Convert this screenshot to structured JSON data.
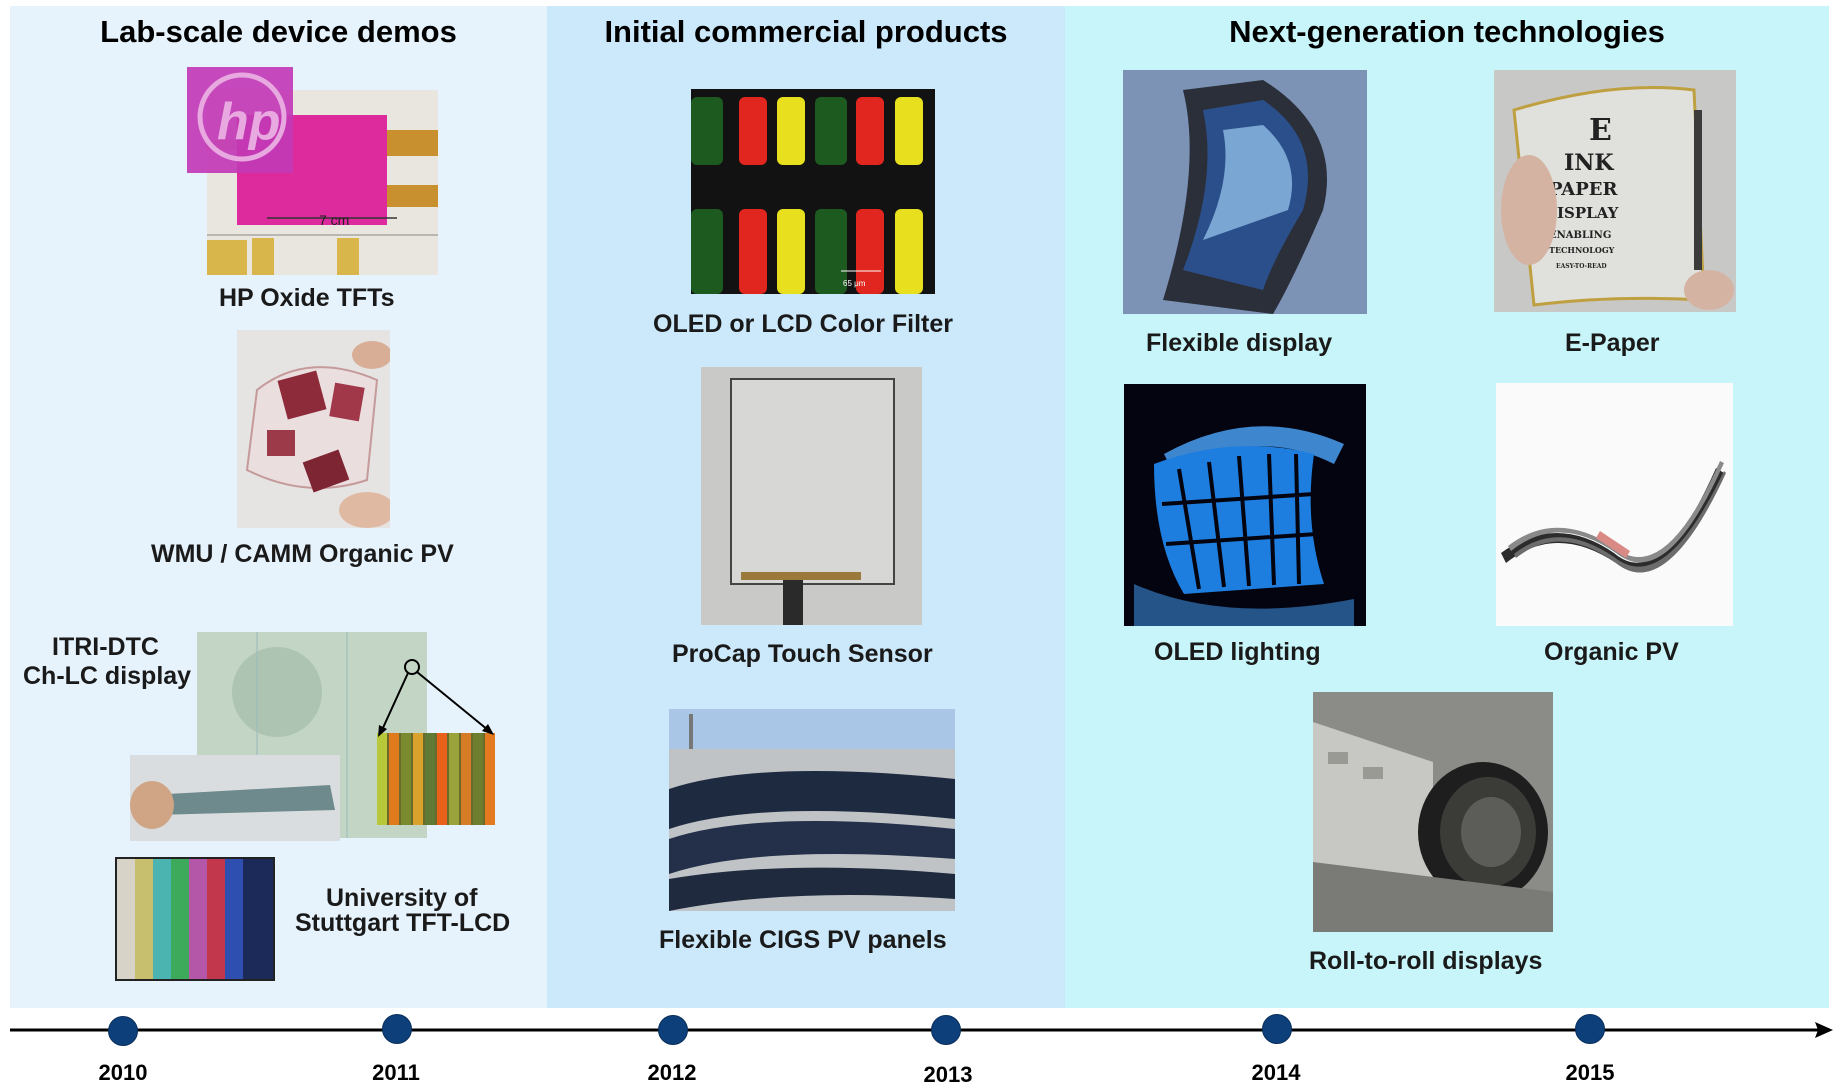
{
  "sections": {
    "lab": {
      "title": "Lab-scale device demos"
    },
    "commercial": {
      "title": "Initial commercial products"
    },
    "next": {
      "title": "Next-generation technologies"
    }
  },
  "items": {
    "hp_oxide": {
      "caption": "HP Oxide TFTs",
      "ruler_label": "7 cm",
      "logo_text": "hp"
    },
    "wmu_camm": {
      "caption": "WMU / CAMM Organic PV"
    },
    "itri": {
      "caption_line1": "ITRI-DTC",
      "caption_line2": "Ch-LC display"
    },
    "stuttgart": {
      "caption_line1": "University of",
      "caption_line2": "Stuttgart TFT-LCD"
    },
    "color_filter": {
      "caption": "OLED or LCD Color Filter",
      "scale_label": "65 μm"
    },
    "procap": {
      "caption": "ProCap Touch Sensor"
    },
    "cigs": {
      "caption": "Flexible CIGS PV panels"
    },
    "flexible_display": {
      "caption": "Flexible display"
    },
    "epaper": {
      "caption": "E-Paper",
      "chart_lines": [
        "E",
        "INK",
        "PAPER",
        "DISPLAY",
        "ENABLING",
        "TECHNOLOGY",
        "EASY-TO-READ"
      ]
    },
    "oled_lighting": {
      "caption": "OLED lighting"
    },
    "organic_pv": {
      "caption": "Organic PV"
    },
    "roll_to_roll": {
      "caption": "Roll-to-roll displays"
    }
  },
  "timeline": {
    "years": [
      "2010",
      "2011",
      "2012",
      "2013",
      "2014",
      "2015"
    ]
  },
  "colors": {
    "lab_bg": "#e6f3fc",
    "commercial_bg": "#cce9fb",
    "next_bg": "#c8f5f9",
    "milestone": "#0d3f7a"
  }
}
